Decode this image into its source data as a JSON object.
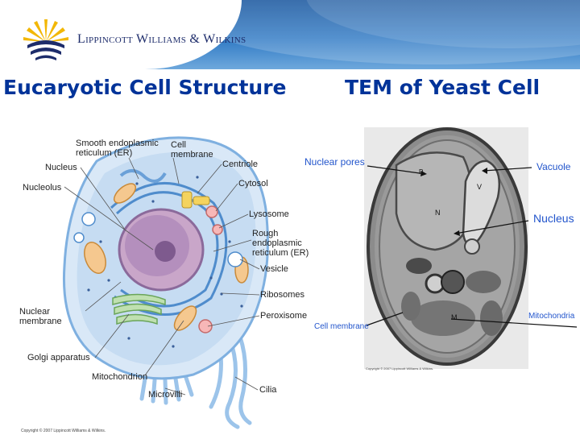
{
  "header": {
    "logo_text": "Lippincott Williams & Wilkins",
    "brand_color": "#0f4f9a"
  },
  "titles": {
    "left": "Eucaryotic Cell Structure",
    "right": "TEM of Yeast Cell",
    "color": "#003399"
  },
  "cell_diagram": {
    "labels": {
      "smooth_er": "Smooth endoplasmic reticulum (ER)",
      "cell_membrane": "Cell membrane",
      "nucleus": "Nucleus",
      "centriole": "Centriole",
      "nucleolus": "Nucleolus",
      "cytosol": "Cytosol",
      "lysosome": "Lysosome",
      "rough_er": "Rough endoplasmic reticulum (ER)",
      "vesicle": "Vesicle",
      "nuclear_membrane": "Nuclear membrane",
      "ribosomes": "Ribosomes",
      "peroxisome": "Peroxisome",
      "golgi": "Golgi apparatus",
      "mitochondrion": "Mitochondrion",
      "microvilli": "Microvilli",
      "cilia": "Cilia"
    },
    "copyright": "Copyright © 2007 Lippincott Williams & Wilkins."
  },
  "tem": {
    "labels": {
      "nuclear_pores": "Nuclear pores",
      "vacuole": "Vacuole",
      "nucleus": "Nucleus",
      "cell_membrane": "Cell membrane",
      "mitochondria": "Mitochondria"
    },
    "inner_marks": {
      "p": "P",
      "v": "V",
      "n": "N",
      "m": "M"
    },
    "copyright": "Copyright © 2007 Lippincott Williams & Wilkins.",
    "label_color": "#2255cc"
  }
}
